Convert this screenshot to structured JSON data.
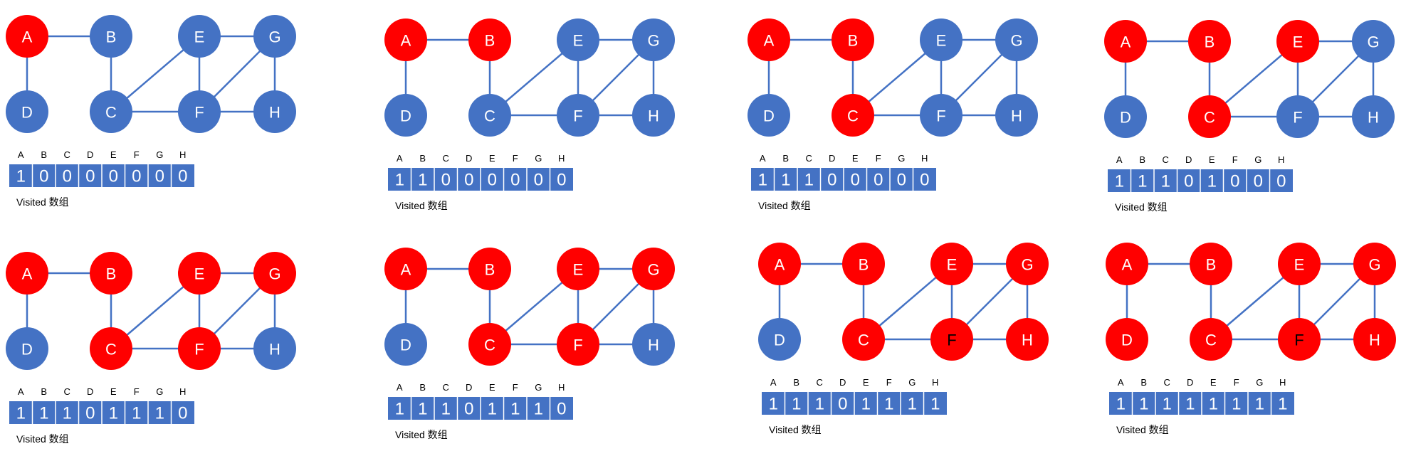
{
  "colors": {
    "unvisited": "#4472c4",
    "visited": "#ff0000",
    "edge": "#4472c4",
    "array": "#4472c4"
  },
  "node_labels": [
    "A",
    "B",
    "C",
    "D",
    "E",
    "F",
    "G",
    "H"
  ],
  "edges": [
    [
      "A",
      "B"
    ],
    [
      "A",
      "D"
    ],
    [
      "B",
      "C"
    ],
    [
      "C",
      "E"
    ],
    [
      "C",
      "F"
    ],
    [
      "E",
      "F"
    ],
    [
      "E",
      "G"
    ],
    [
      "F",
      "G"
    ],
    [
      "F",
      "H"
    ],
    [
      "G",
      "H"
    ]
  ],
  "caption": "Visited 数组",
  "panels": [
    {
      "visited": [
        1,
        0,
        0,
        0,
        0,
        0,
        0,
        0
      ],
      "dark_label_nodes": []
    },
    {
      "visited": [
        1,
        1,
        0,
        0,
        0,
        0,
        0,
        0
      ],
      "dark_label_nodes": []
    },
    {
      "visited": [
        1,
        1,
        1,
        0,
        0,
        0,
        0,
        0
      ],
      "dark_label_nodes": []
    },
    {
      "visited": [
        1,
        1,
        1,
        0,
        1,
        0,
        0,
        0
      ],
      "dark_label_nodes": []
    },
    {
      "visited": [
        1,
        1,
        1,
        0,
        1,
        1,
        1,
        0
      ],
      "dark_label_nodes": []
    },
    {
      "visited": [
        1,
        1,
        1,
        0,
        1,
        1,
        1,
        0
      ],
      "dark_label_nodes": []
    },
    {
      "visited": [
        1,
        1,
        1,
        0,
        1,
        1,
        1,
        1
      ],
      "dark_label_nodes": [
        "F"
      ]
    },
    {
      "visited": [
        1,
        1,
        1,
        1,
        1,
        1,
        1,
        1
      ],
      "dark_label_nodes": [
        "F"
      ]
    }
  ]
}
